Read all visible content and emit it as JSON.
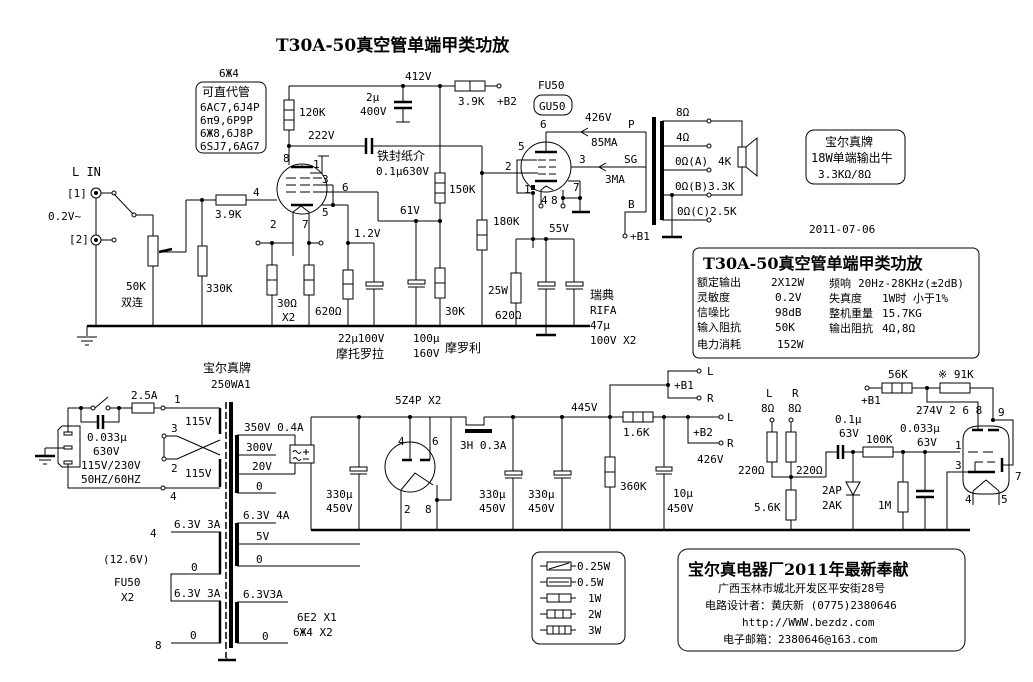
{
  "title": "T30A-50真空管单端甲类功放",
  "date": "2011-07-06",
  "input": {
    "label": "L IN",
    "jack1": "[1]",
    "jack2": "[2]",
    "level": "0.2V~",
    "pot_value": "50K",
    "pot_type": "双连",
    "r_grid_stop": "3.9K",
    "r_grid_leak": "330K"
  },
  "driver": {
    "tube": "6Ж4",
    "subs_title": "可直代管",
    "subs": [
      "6AC7,6J4P",
      "6π9,6P9P",
      "6Ж8,6J8P",
      "6SJ7,6AG7"
    ],
    "pins": {
      "p1": "1",
      "p2": "2",
      "p3": "3",
      "p4": "4",
      "p5": "5",
      "p6": "6",
      "p7": "7",
      "p8": "8"
    },
    "r_plate": "120K",
    "v_plate": "222V",
    "v_b": "412V",
    "c_b": "2μ",
    "c_b_v": "400V",
    "r_b": "3.9K",
    "b2": "+B2",
    "coupling_cap_type": "铁封纸介",
    "coupling_cap": "0.1μ630V",
    "r_cath": "30Ω",
    "r_cath_mult": "X2",
    "r_bias": "620Ω",
    "v_cath": "1.2V",
    "c_cath": "22μ100V",
    "c_cath_brand": "摩托罗拉",
    "v_screen": "61V",
    "r_div_top": "150K",
    "r_div_bot": "30K",
    "c_screen": "100μ",
    "c_screen_v": "160V",
    "c_screen_brand": "摩罗利",
    "r_grid_out": "180K"
  },
  "output": {
    "tube": "FU50",
    "tube_alt": "GU50",
    "v_plate": "426V",
    "i_plate": "85MA",
    "i_screen": "3MA",
    "pins": {
      "p1": "1",
      "p2": "2",
      "p3": "3",
      "p4": "4",
      "p5": "5",
      "p6": "6",
      "p7": "7",
      "p8": "8"
    },
    "v_cath": "55V",
    "r_cath_w": "25W",
    "r_cath": "620Ω",
    "c_cath_brand1": "瑞典",
    "c_cath_brand2": "RIFA",
    "c_cath": "47μ",
    "c_cath_v": "100V X2",
    "tp_p": "P",
    "tp_sg": "SG",
    "tp_b": "B",
    "b1": "+B1",
    "taps": [
      "8Ω",
      "4Ω",
      "0Ω(A)",
      "0Ω(B)3.3K",
      "0Ω(C)2.5K"
    ],
    "z_4k": "4K",
    "ot_box": [
      "宝尔真牌",
      "18W单端输出牛",
      "3.3KΩ/8Ω"
    ]
  },
  "spec": {
    "title": "T30A-50真空管单端甲类功放",
    "rows_left": [
      {
        "k": "额定输出",
        "v": "2X12W"
      },
      {
        "k": "灵敏度",
        "v": "0.2V"
      },
      {
        "k": "信噪比",
        "v": "98dB"
      },
      {
        "k": "输入阻抗",
        "v": "50K"
      },
      {
        "k": "电力消耗",
        "v": "152W"
      }
    ],
    "rows_right": [
      {
        "k": "频响",
        "v": "20Hz-28KHz(±2dB)"
      },
      {
        "k": "失真度",
        "v": "1W时 小于1%"
      },
      {
        "k": "整机重量",
        "v": "15.7KG"
      },
      {
        "k": "输出阻抗",
        "v": "4Ω,8Ω"
      }
    ]
  },
  "power": {
    "pt_brand": "宝尔真牌",
    "pt_model": "250WA1",
    "fuse": "2.5A",
    "cap": "0.033μ",
    "cap_v": "630V",
    "mains": "115V/230V",
    "freq": "50HZ/60HZ",
    "prim_pins": [
      "1",
      "3",
      "2",
      "4"
    ],
    "prim_v": "115V",
    "sec": [
      "350V 0.4A",
      "300V",
      "20V",
      "0"
    ],
    "heater_a": [
      "6.3V 4A",
      "5V",
      "0"
    ],
    "heater_b": [
      "6.3V3A",
      "0"
    ],
    "heater_fu50": [
      "6.3V 3A",
      "0",
      "6.3V 3A",
      "0"
    ],
    "pins_48": [
      "4",
      "8"
    ],
    "fu50_v": "(12.6V)",
    "fu50_label": "FU50",
    "fu50_mult": "X2",
    "heater_b_tubes": [
      "6E2 X1",
      "6Ж4 X2"
    ],
    "rect": "5Z4P X2",
    "rect_pins": [
      "4",
      "6",
      "2",
      "8"
    ],
    "c1": "330μ",
    "c1_v": "450V",
    "choke": "3H 0.3A",
    "c2": "330μ",
    "c2_v": "450V",
    "c3": "330μ",
    "c3_v": "450V",
    "v_445": "445V",
    "r_bleed": "360K",
    "r_drop": "1.6K",
    "c4": "10μ",
    "c4_v": "450V",
    "b1": "+B1",
    "b2": "+B2",
    "v_426": "426V",
    "lr": [
      "L",
      "R",
      "L",
      "R"
    ]
  },
  "indicator": {
    "l": "L",
    "r": "R",
    "l_ohm": "8Ω",
    "r_ohm": "8Ω",
    "r_l": "220Ω",
    "r_r": "220Ω",
    "r_div": "5.6K",
    "cap": "0.1μ",
    "cap_v": "63V",
    "diode": "2AP",
    "diode2": "2AK",
    "r_ser": "100K",
    "r_leak": "1M",
    "cap2": "0.033μ",
    "cap2_v": "63V",
    "r_56k": "56K",
    "r_91k": "※ 91K",
    "b1": "+B1",
    "v_274": "274V 2 6 8",
    "pins": [
      "1",
      "3",
      "4",
      "5",
      "7",
      "9"
    ]
  },
  "legend": [
    {
      "symbol": "resistor-025w",
      "label": "0.25W"
    },
    {
      "symbol": "resistor-05w",
      "label": "0.5W"
    },
    {
      "symbol": "resistor-1w",
      "label": "1W"
    },
    {
      "symbol": "resistor-2w",
      "label": "2W"
    },
    {
      "symbol": "resistor-3w",
      "label": "3W"
    }
  ],
  "credits": {
    "headline": "宝尔真电器厂2011年最新奉献",
    "address": "广西玉林市城北开发区平安街28号",
    "designer": "电路设计者：黄庆新   (0775)2380646",
    "web": "http://WWW.bezdz.com",
    "email": "电子邮箱：2380646@163.com"
  }
}
